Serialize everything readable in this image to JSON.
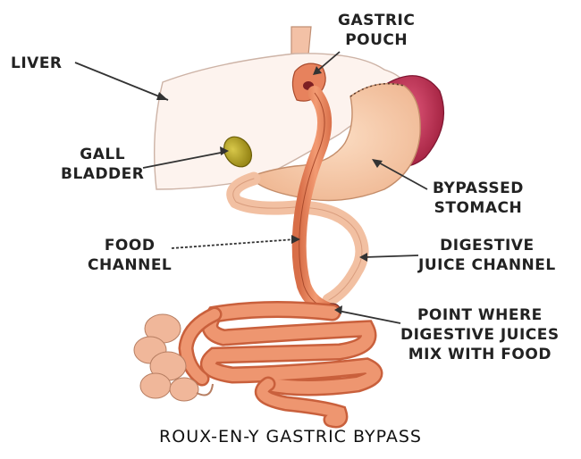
{
  "labels": {
    "gastric_pouch": [
      "GASTRIC",
      "POUCH"
    ],
    "liver": "LIVER",
    "gall_bladder": [
      "GALL",
      "BLADDER"
    ],
    "bypassed_stomach": [
      "BYPASSED",
      "STOMACH"
    ],
    "food_channel": [
      "FOOD",
      "CHANNEL"
    ],
    "digestive_juice_channel": [
      "DIGESTIVE",
      "JUICE CHANNEL"
    ],
    "mix_point": [
      "POINT WHERE",
      "DIGESTIVE JUICES",
      "MIX WITH FOOD"
    ]
  },
  "caption": "ROUX-EN-Y GASTRIC BYPASS",
  "colors": {
    "liver": "#fdf3ee",
    "stomach": "#f7c9a6",
    "intestine": "#e8875f",
    "intestine_dark": "#c9603c",
    "spleen": "#c4304e",
    "gall_bladder": "#b7a31f",
    "colon": "#f0b79a",
    "text": "#222222"
  }
}
